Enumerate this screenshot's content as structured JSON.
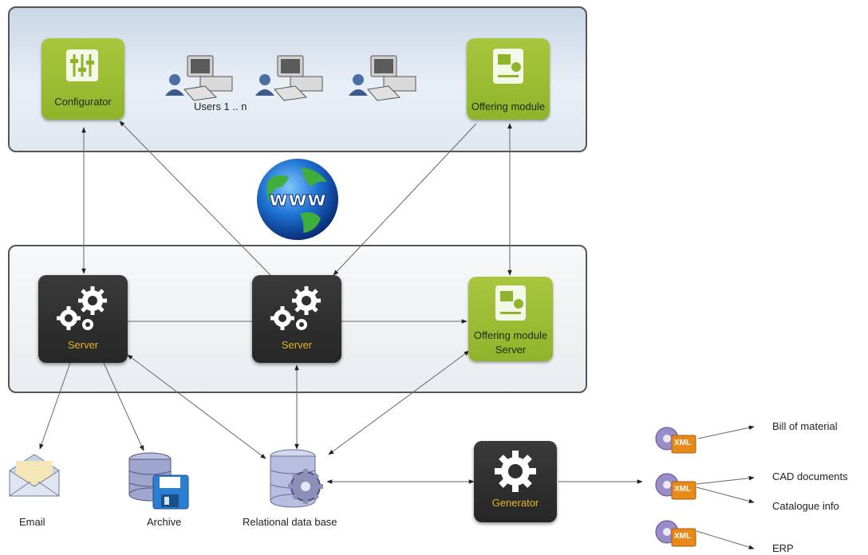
{
  "top_panel": {
    "configurator_label": "Configurator",
    "users_label": "Users 1 .. n",
    "offering_module_label": "Offering module"
  },
  "globe": {
    "text": "www"
  },
  "middle_panel": {
    "server_left_label": "Server",
    "server_center_label": "Server",
    "offering_server_line1": "Offering module",
    "offering_server_line2": "Server"
  },
  "bottom": {
    "email_label": "Email",
    "archive_label": "Archive",
    "database_label": "Relational data base",
    "generator_label": "Generator",
    "xml_badge": "XML"
  },
  "outputs": {
    "bill_of_material": "Bill of material",
    "cad_documents": "CAD documents",
    "catalogue_info": "Catalogue info",
    "erp": "ERP"
  }
}
